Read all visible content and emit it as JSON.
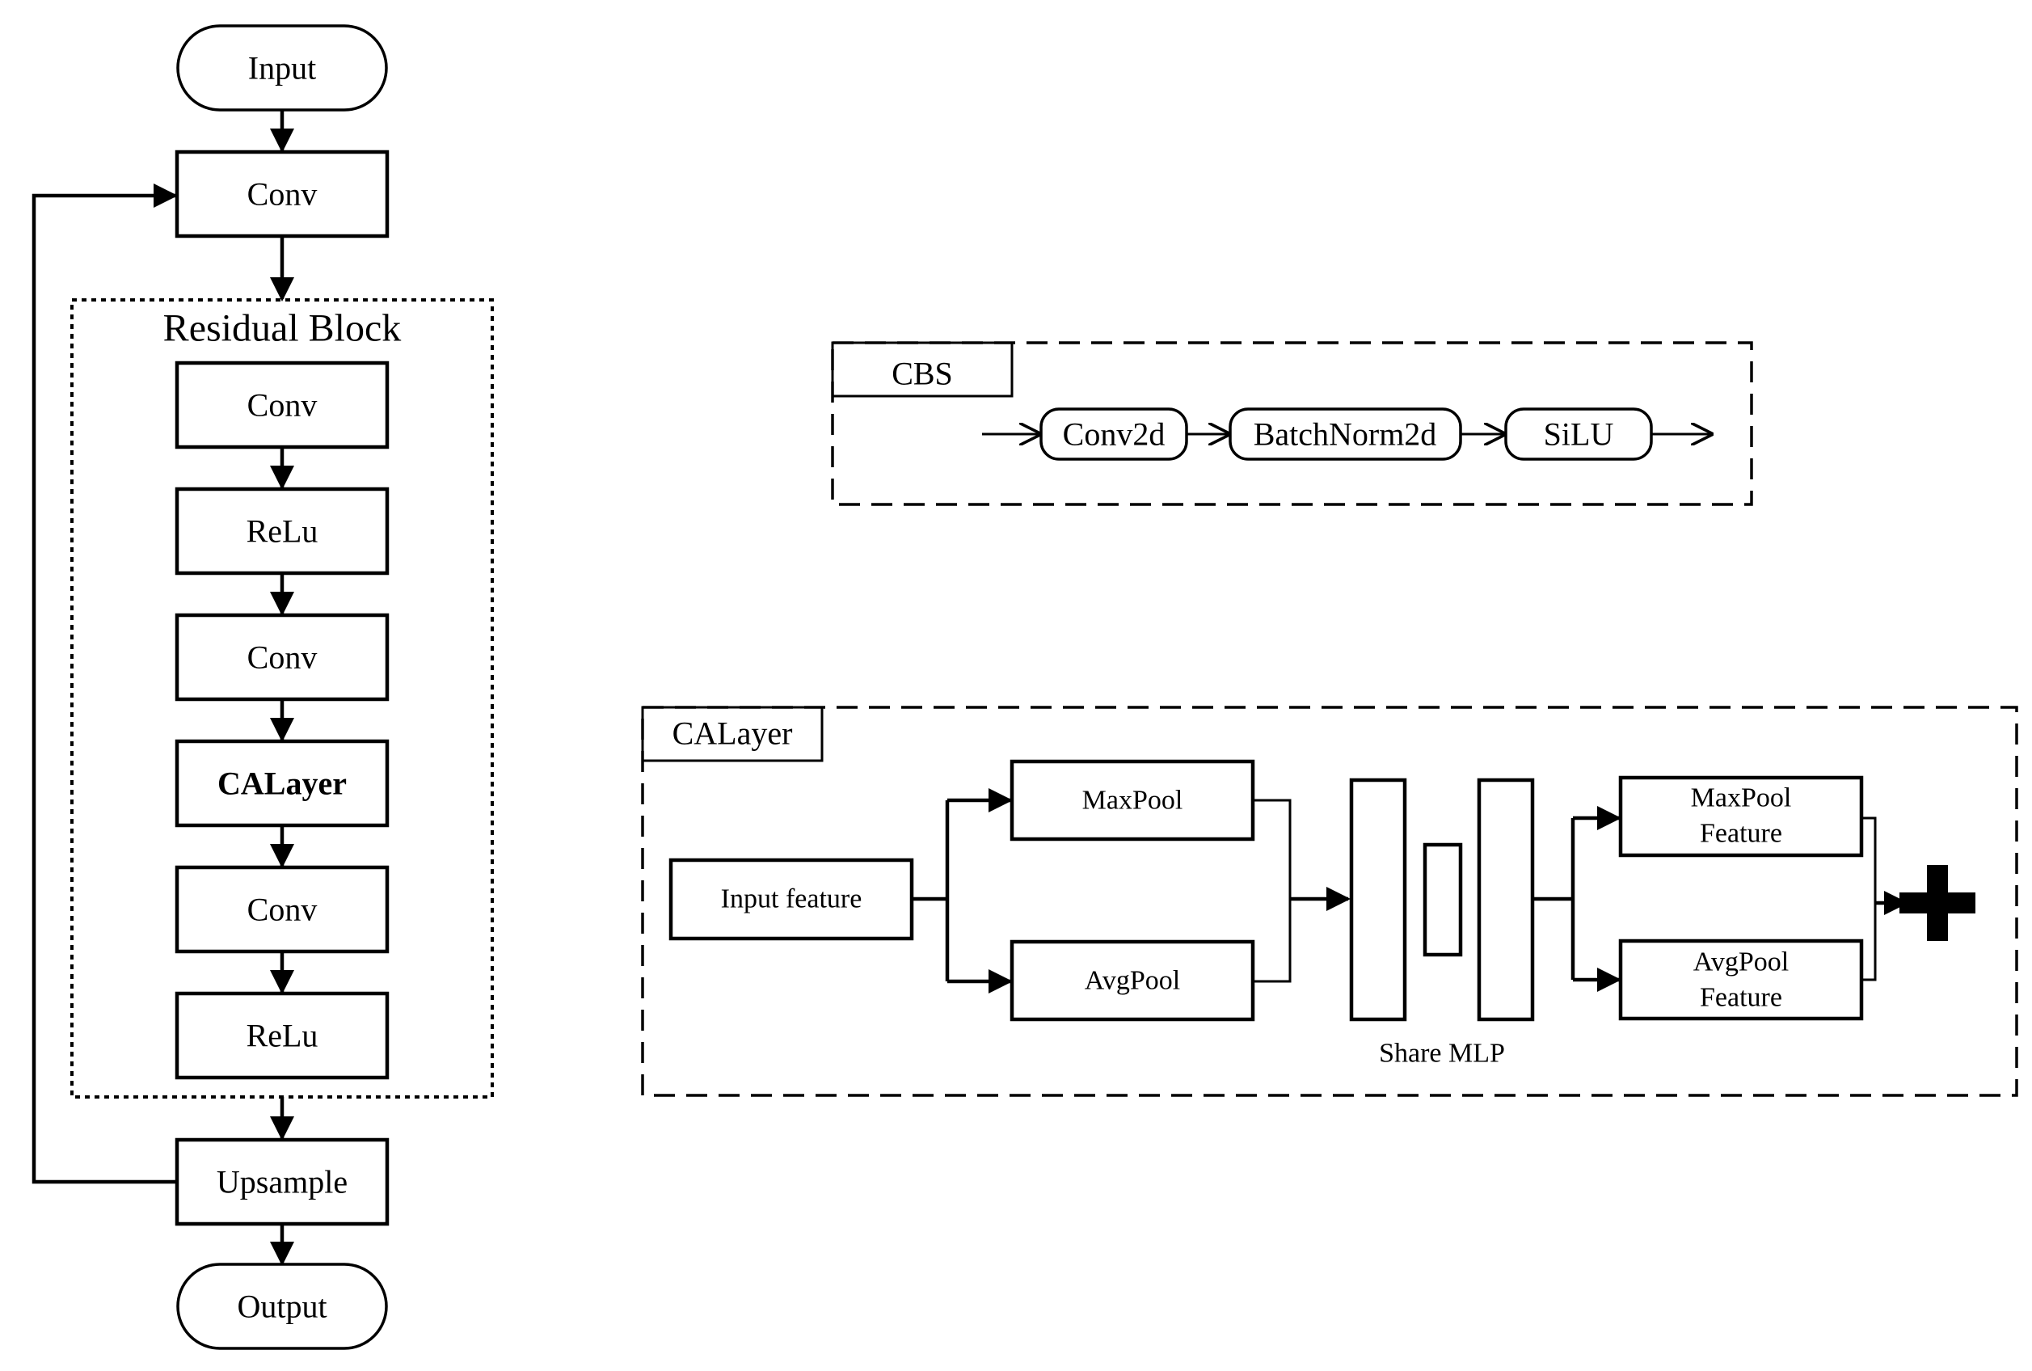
{
  "flowchart": {
    "input_label": "Input",
    "conv_label": "Conv",
    "residual_block_title": "Residual Block",
    "residual_steps": [
      "Conv",
      "ReLu",
      "Conv",
      "CALayer",
      "Conv",
      "ReLu"
    ],
    "upsample_label": "Upsample",
    "output_label": "Output"
  },
  "cbs": {
    "title": "CBS",
    "steps": [
      "Conv2d",
      "BatchNorm2d",
      "SiLU"
    ]
  },
  "calayer": {
    "title": "CALayer",
    "input_feature": "Input feature",
    "maxpool": "MaxPool",
    "avgpool": "AvgPool",
    "share_mlp": "Share MLP",
    "maxpool_feature": [
      "MaxPool",
      "Feature"
    ],
    "avgpool_feature": [
      "AvgPool",
      "Feature"
    ],
    "combine_icon": "plus-icon"
  }
}
